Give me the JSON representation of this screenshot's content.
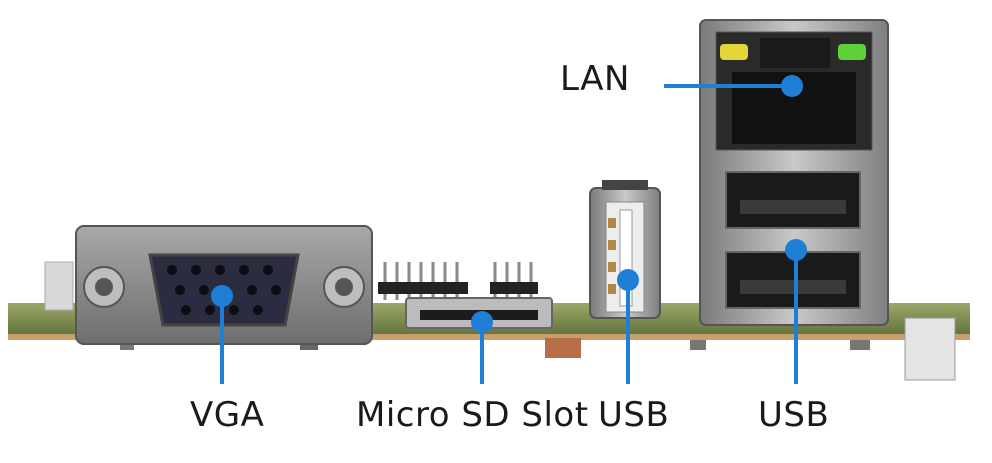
{
  "labels": {
    "lan": "LAN",
    "vga": "VGA",
    "micro_sd": "Micro SD Slot",
    "usb_single": "USB",
    "usb_dual": "USB"
  },
  "colors": {
    "callout": "#1f7fd6",
    "pcb": "#7d8f55",
    "metal": "#9c9c9c",
    "led_left": "#e3d43a",
    "led_right": "#5fd13a"
  }
}
